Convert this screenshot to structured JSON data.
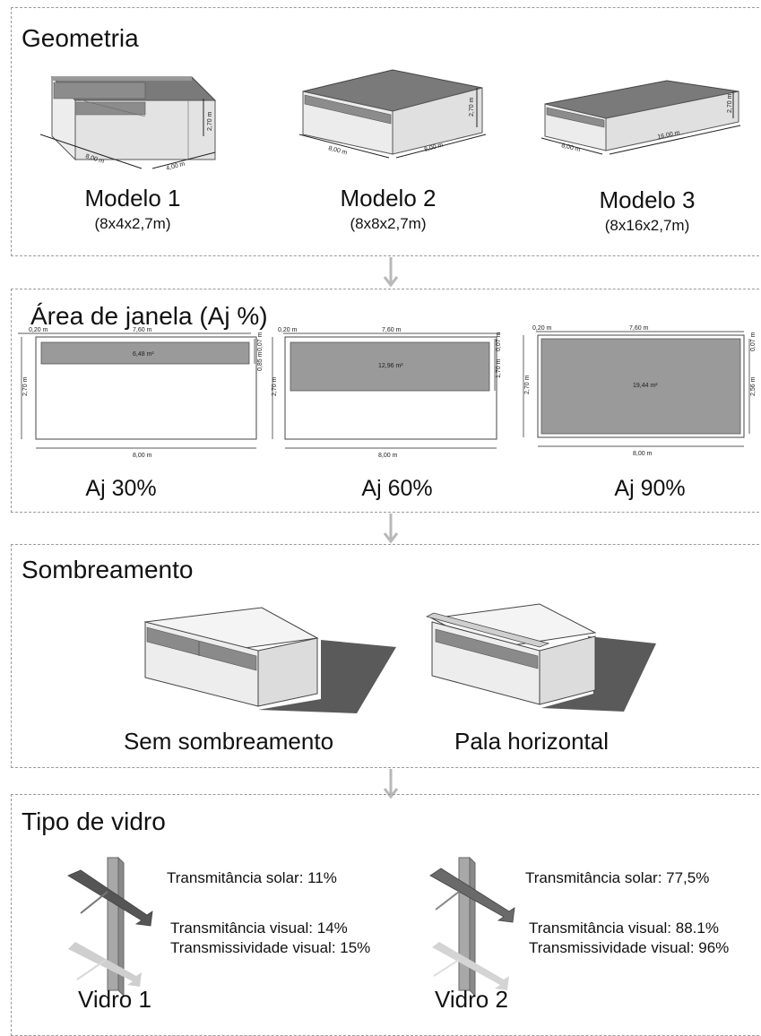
{
  "geometria": {
    "title": "Geometria",
    "models": [
      {
        "name": "Modelo 1",
        "dims": "(8x4x2,7m)",
        "d_len": "8,00 m",
        "d_wid": "4,00 m",
        "d_h": "2,70 m"
      },
      {
        "name": "Modelo 2",
        "dims": "(8x8x2,7m)",
        "d_len": "8,00 m",
        "d_wid": "8,00 m",
        "d_h": "2,70 m"
      },
      {
        "name": "Modelo 3",
        "dims": "(8x16x2,7m)",
        "d_len": "8,00 m",
        "d_wid": "16,00 m",
        "d_h": "2,70 m"
      }
    ]
  },
  "area": {
    "title": "Área de janela (Aj %)",
    "items": [
      {
        "label": "Aj 30%",
        "top": "7,60 m",
        "left": "0,20 m",
        "height": "2,70 m",
        "area": "6,48 m²",
        "bottom": "8,00 m",
        "r1": "0,07 m",
        "r2": "0,85 m"
      },
      {
        "label": "Aj 60%",
        "top": "7,60 m",
        "left": "0,20 m",
        "height": "2,70 m",
        "area": "12,96 m²",
        "bottom": "8,00 m",
        "r1": "0,07 m",
        "r2": "1,70 m"
      },
      {
        "label": "Aj 90%",
        "top": "7,60 m",
        "left": "0,20 m",
        "height": "2,70 m",
        "area": "19,44 m²",
        "bottom": "8,00 m",
        "r1": "0,07 m",
        "r2": "2,56 m"
      }
    ]
  },
  "sombreamento": {
    "title": "Sombreamento",
    "items": [
      {
        "label": "Sem sombreamento"
      },
      {
        "label": "Pala horizontal"
      }
    ]
  },
  "vidro": {
    "title": "Tipo de vidro",
    "items": [
      {
        "label": "Vidro 1",
        "solar": "Transmitância solar: 11%",
        "visual": "Transmitância visual: 14%",
        "transmissividade": "Transmissividade visual: 15%"
      },
      {
        "label": "Vidro 2",
        "solar": "Transmitância solar: 77,5%",
        "visual": "Transmitância visual: 88.1%",
        "transmissividade": "Transmissividade visual: 96%"
      }
    ]
  },
  "colors": {
    "border": "#9a9a9a",
    "arrow": "#b8b8b8",
    "roof": "#7a7a7a",
    "wall": "#e6e6e6",
    "window": "#8c8c8c",
    "shadow": "#555555"
  }
}
